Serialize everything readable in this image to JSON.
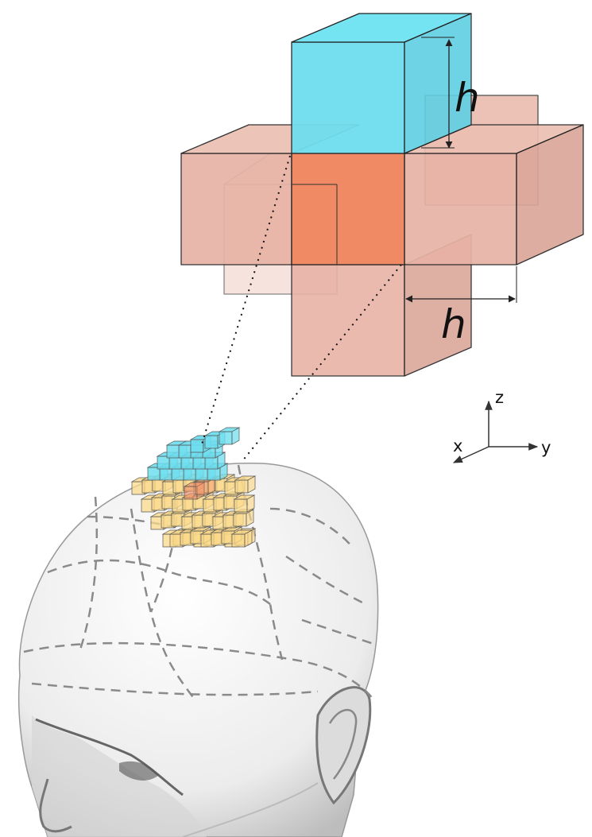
{
  "diagram": {
    "dimension_label_vertical": "h",
    "dimension_label_horizontal": "h",
    "axes": {
      "z": "z",
      "x": "x",
      "y": "y"
    }
  },
  "colors": {
    "center_voxel": "#ef8a65",
    "neighbor_voxel": "#e8b3a6",
    "top_voxel": "#6fdeef",
    "grid_voxel": "#fbd98a",
    "edge": "#222222",
    "head_fill": "#eeeeee",
    "head_lines": "#8a8a8a"
  },
  "icons": [
    "axis-triad-icon",
    "dimension-arrow-icon"
  ]
}
